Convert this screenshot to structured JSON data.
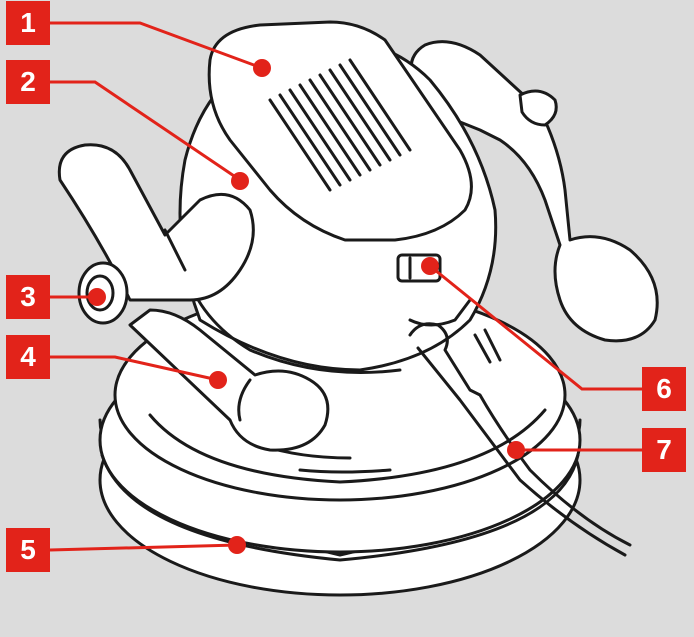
{
  "colors": {
    "background": "#dcdcdc",
    "accent": "#e2231a",
    "outline": "#1a1a1a",
    "body_fill": "#ffffff"
  },
  "callouts": [
    {
      "number": "1",
      "part": "motor-top-cover"
    },
    {
      "number": "2",
      "part": "motor-housing"
    },
    {
      "number": "3",
      "part": "lock-knob"
    },
    {
      "number": "4",
      "part": "left-handle"
    },
    {
      "number": "5",
      "part": "polishing-pad"
    },
    {
      "number": "6",
      "part": "power-switch"
    },
    {
      "number": "7",
      "part": "power-cord"
    }
  ]
}
